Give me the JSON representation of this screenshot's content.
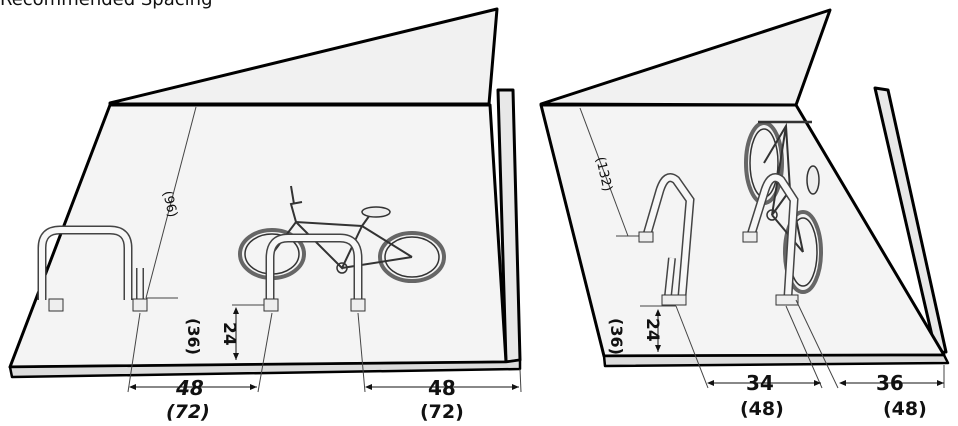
{
  "title": "Recommended Spacing",
  "left_diagram": {
    "depth_label": "(96)",
    "offset_imperial": "24",
    "offset_metric": "(36)",
    "spacing1_imperial": "48",
    "spacing1_metric": "(72)",
    "spacing2_imperial": "48",
    "spacing2_metric": "(72)"
  },
  "right_diagram": {
    "depth_label": "(132)",
    "offset_imperial": "24",
    "offset_metric": "(36)",
    "spacing1_imperial": "34",
    "spacing1_metric": "(48)",
    "spacing2_imperial": "36",
    "spacing2_metric": "(48)"
  }
}
